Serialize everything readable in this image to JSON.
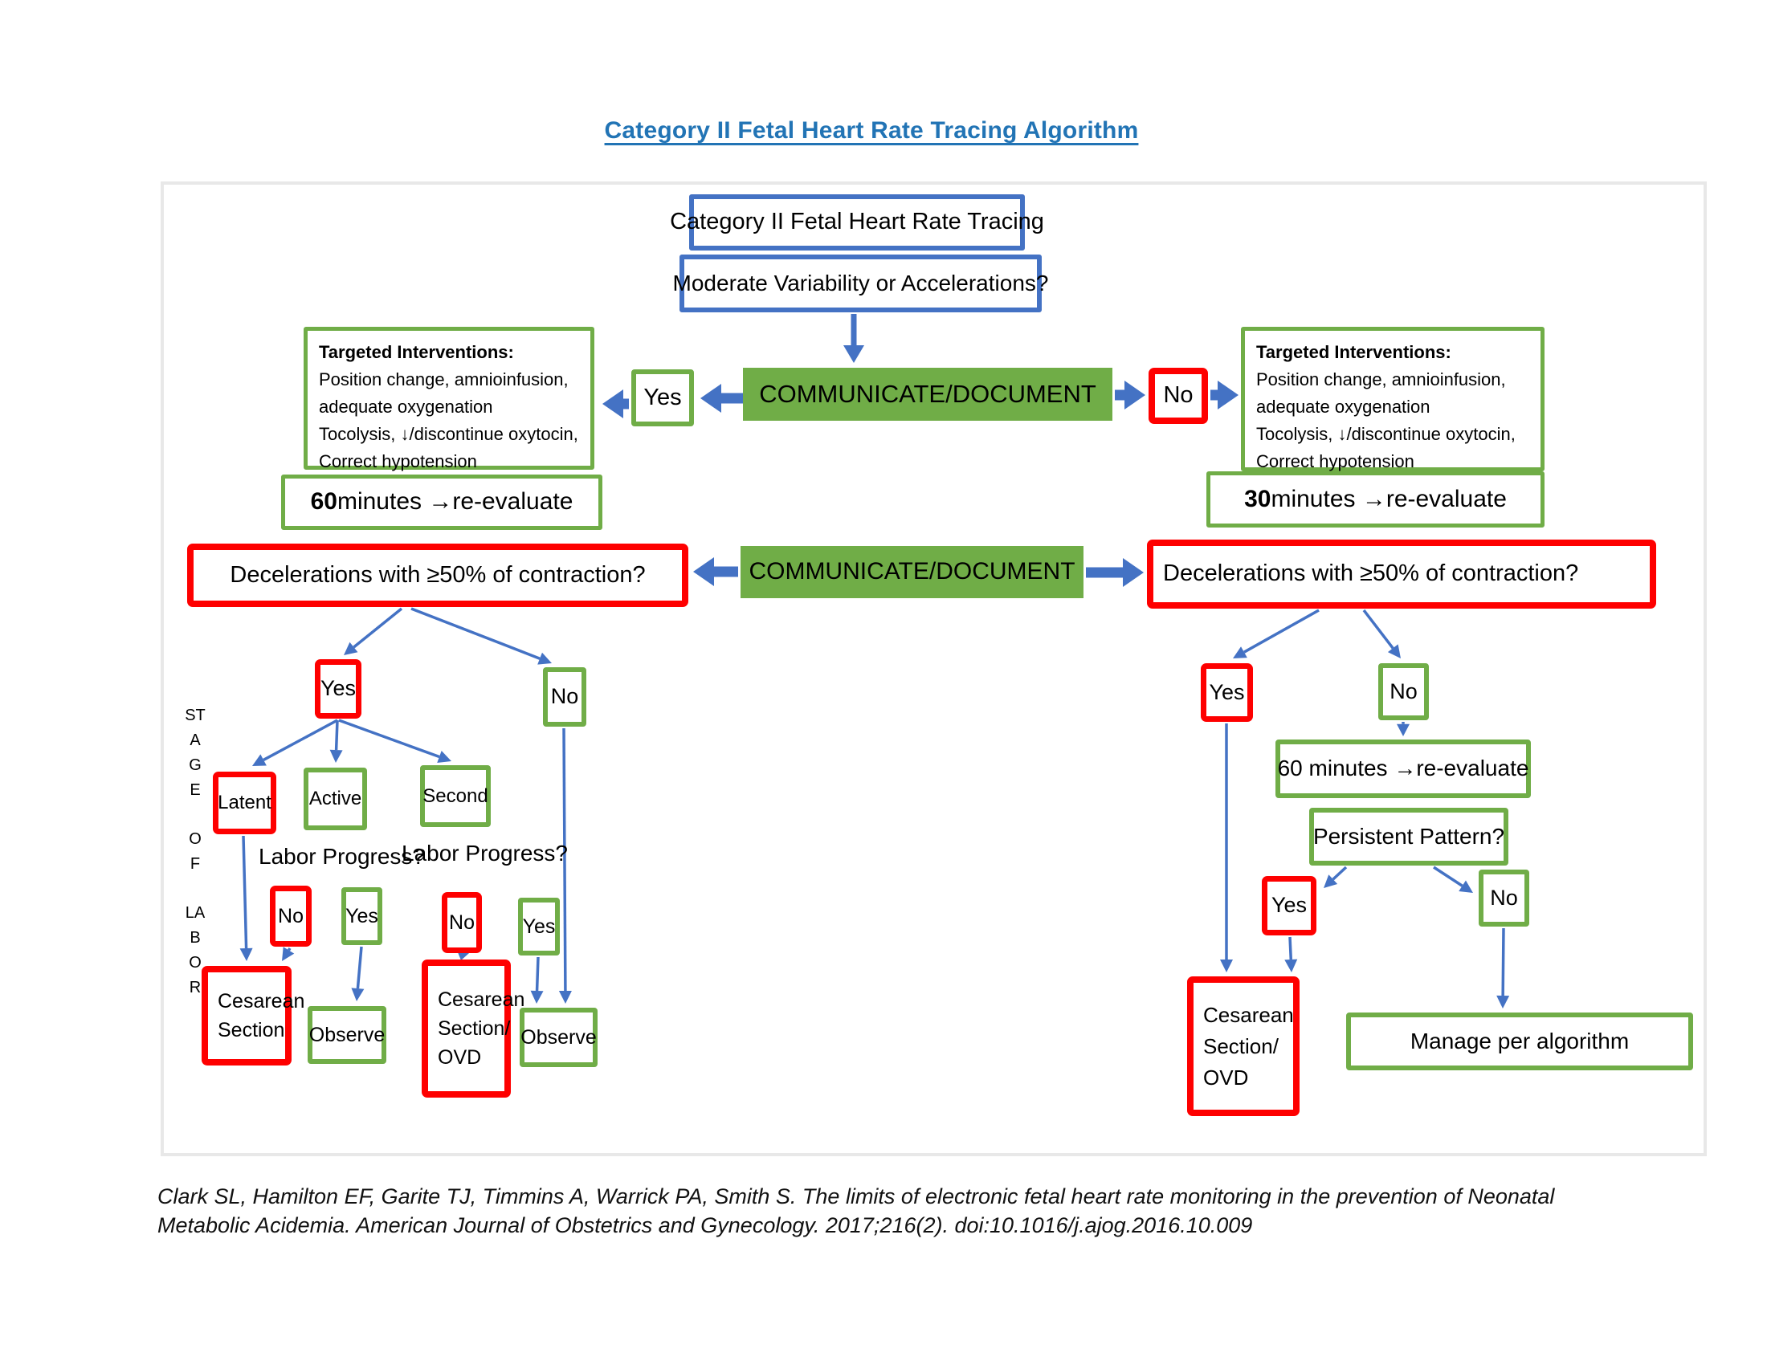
{
  "title": "Category II Fetal Heart Rate Tracing Algorithm",
  "flow": {
    "cat2": "Category II Fetal Heart Rate Tracing",
    "modvar": "Moderate Variability or Accelerations?",
    "communicate": "COMMUNICATE/DOCUMENT",
    "yes": "Yes",
    "no": "No",
    "targeted": {
      "heading": "Targeted Interventions:",
      "lines": [
        "Position change, amnioinfusion,",
        "adequate oxygenation",
        "Tocolysis, ↓/discontinue oxytocin,",
        "Correct hypotension"
      ]
    },
    "reeval60": {
      "bold": "60",
      "rest": " minutes →re-evaluate"
    },
    "reeval30": {
      "bold": "30",
      "rest": " minutes →re-evaluate"
    },
    "decel": "Decelerations with ≥50% of contraction?",
    "left": {
      "latent": "Latent",
      "active": "Active",
      "second": "Second",
      "labor_progress": "Labor Progress?",
      "cesarean": "Cesarean Section",
      "cesarean_ovd": "Cesarean Section/ OVD",
      "observe": "Observe"
    },
    "right": {
      "reeval60": "60 minutes →re-evaluate",
      "persistent": "Persistent Pattern?",
      "cesarean_ovd": "Cesarean Section/ OVD",
      "manage": "Manage per algorithm"
    },
    "stage_of_labor": [
      "STAGE",
      "OF",
      "LABOR"
    ]
  },
  "colors": {
    "box_blue": "#4472C4",
    "box_green": "#70AD47",
    "box_red": "#FE0000",
    "arrow_blue": "#4472C4",
    "title_blue": "#2274B5"
  },
  "citation": {
    "line1": "Clark SL, Hamilton EF, Garite TJ, Timmins A, Warrick PA, Smith S. The limits of electronic fetal heart rate monitoring in the prevention of Neonatal",
    "line2": "Metabolic Acidemia. American Journal of Obstetrics and Gynecology. 2017;216(2). doi:10.1016/j.ajog.2016.10.009"
  }
}
